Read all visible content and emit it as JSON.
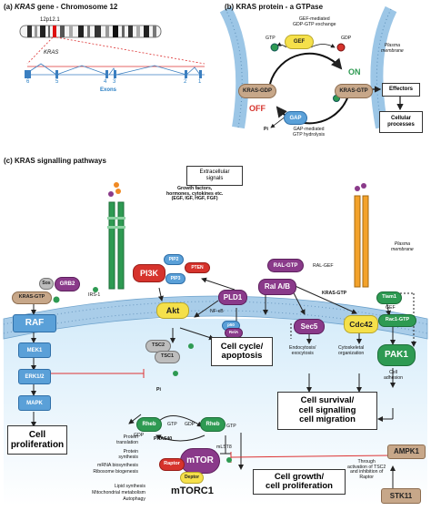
{
  "panel_a": {
    "letter": "(a)",
    "title_gene": "KRAS",
    "title_rest": " gene - Chromosome 12",
    "band": "12p12.1",
    "gene_label": "KRAS",
    "exon_numbers": [
      "6",
      "5",
      "4",
      "3",
      "2",
      "1"
    ],
    "exons_label": "Exons"
  },
  "panel_b": {
    "letter": "(b)",
    "title": "KRAS protein - a GTPase",
    "gef_text": "GEF-mediated\nGDP-GTP exchange",
    "gef": "GEF",
    "gtp": "GTP",
    "gdp": "GDP",
    "plasma_membrane": "Plasma\nmembrane",
    "kras_gdp": "KRAS-GDP",
    "kras_gtp": "KRAS-GTP",
    "on": "ON",
    "off": "OFF",
    "effectors": "Effectors",
    "cellular_processes": "Cellular\nprocesses",
    "pi": "Pi",
    "gap": "GAP",
    "gap_text": "GAP-mediated\nGTP hydrolysis"
  },
  "panel_c": {
    "letter": "(c)",
    "title": "KRAS signalling pathways",
    "extracellular": "Extracellular\nsignals",
    "growth_factors": "Growth factors,\nhormones, cytokines etc.\n(EGF, IGF, HGF, FGF)",
    "plasma_membrane": "Plasma\nmembrane",
    "grb2": "GRB2",
    "sos": "Sos",
    "kras_gtp": "KRAS-GTP",
    "irs1": "IRS-1",
    "pi3k": "PI3K",
    "pip2": "PIP2",
    "pip3": "PIP3",
    "pten": "PTEN",
    "ral_gtp": "RAL-GTP",
    "ral_gef": "RAL-GEF",
    "ral_ab": "Ral A/B",
    "kras_gtp2": "KRAS-GTP",
    "pld1": "PLD1",
    "raf": "RAF",
    "mek1": "MEK1",
    "erk": "ERK1/2",
    "mapk": "MAPK",
    "cell_prolif": "Cell\nproliferation",
    "akt": "Akt",
    "tsc2": "TSC2",
    "tsc1": "TSC1",
    "nfkb": "NF-κB",
    "p50": "p50",
    "rela": "RelA",
    "cell_cycle": "Cell cycle/\napoptosis",
    "sec5": "Sec5",
    "cdc42": "Cdc42",
    "tiam1": "Tiam1",
    "gef": "GEF",
    "rac1": "Rac1-GTP",
    "pak1": "PAK1",
    "endo": "Endocytosis/\nexocytosis",
    "cyto": "Cytoskeletal\norganization",
    "cell_adhesion": "Cell\nadhesion",
    "survival": "Cell survival/\ncell signalling\ncell migration",
    "pi": "Pi",
    "rheb": "Rheb",
    "rheb2": "Rheb",
    "gdp": "GDP",
    "gtp_a": "GTP",
    "gdp_b": "GDP",
    "gtp_c": "GTP",
    "pras40": "PRAS40",
    "mtor": "mTOR",
    "mlst8": "mLST8",
    "raptor": "Raptor",
    "deptor": "Deptor",
    "mtorc1": "mTORC1",
    "ampk": "AMPK1",
    "stk11": "STK11",
    "through": "Through\nactivation of TSC2\nand inhibition of\nRaptor",
    "growth": "Cell growth/\ncell proliferation",
    "outputs": [
      "Protein\ntranslation",
      "Protein\nsynthesis",
      "mRNA biosynthesis",
      "Ribosome biogenesis",
      "Lipid synthesis",
      "Mitochondrial metabolism",
      "Autophagy"
    ],
    "p": "P"
  }
}
